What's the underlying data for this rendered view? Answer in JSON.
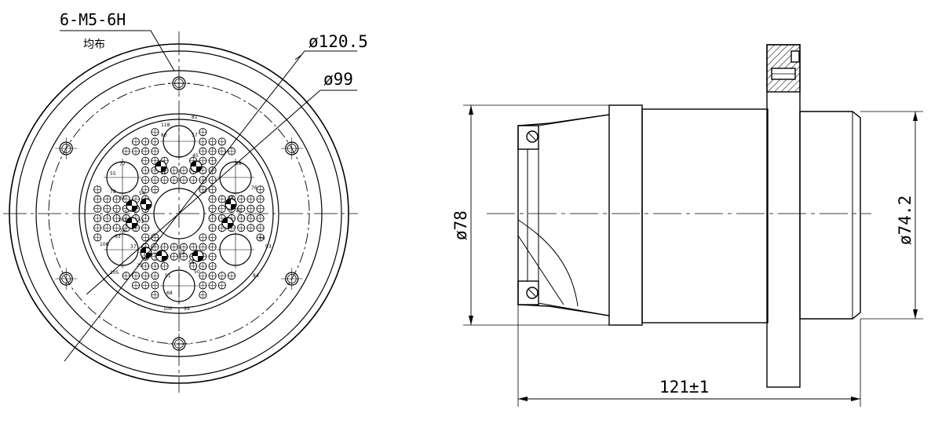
{
  "front_view": {
    "thread_callout": "6-M5-6H",
    "thread_note": "均布",
    "outer_dia": "ø120.5",
    "bolt_circle_dia": "ø99",
    "pin_labels": [
      "118",
      "81",
      "80",
      "57",
      "77",
      "45",
      "55",
      "13",
      "58",
      "78",
      "76",
      "61",
      "54",
      "33",
      "42",
      "10",
      "107",
      "72",
      "79",
      "63",
      "106",
      "93",
      "37",
      "30",
      "29",
      "64",
      "105",
      "56",
      "50",
      "51",
      "84",
      "100",
      "99",
      "68",
      "23"
    ]
  },
  "side_view": {
    "left_dia": "ø78",
    "right_dia": "ø74.2",
    "length": "121±1"
  },
  "colors": {
    "line": "#000000",
    "background": "#ffffff"
  }
}
